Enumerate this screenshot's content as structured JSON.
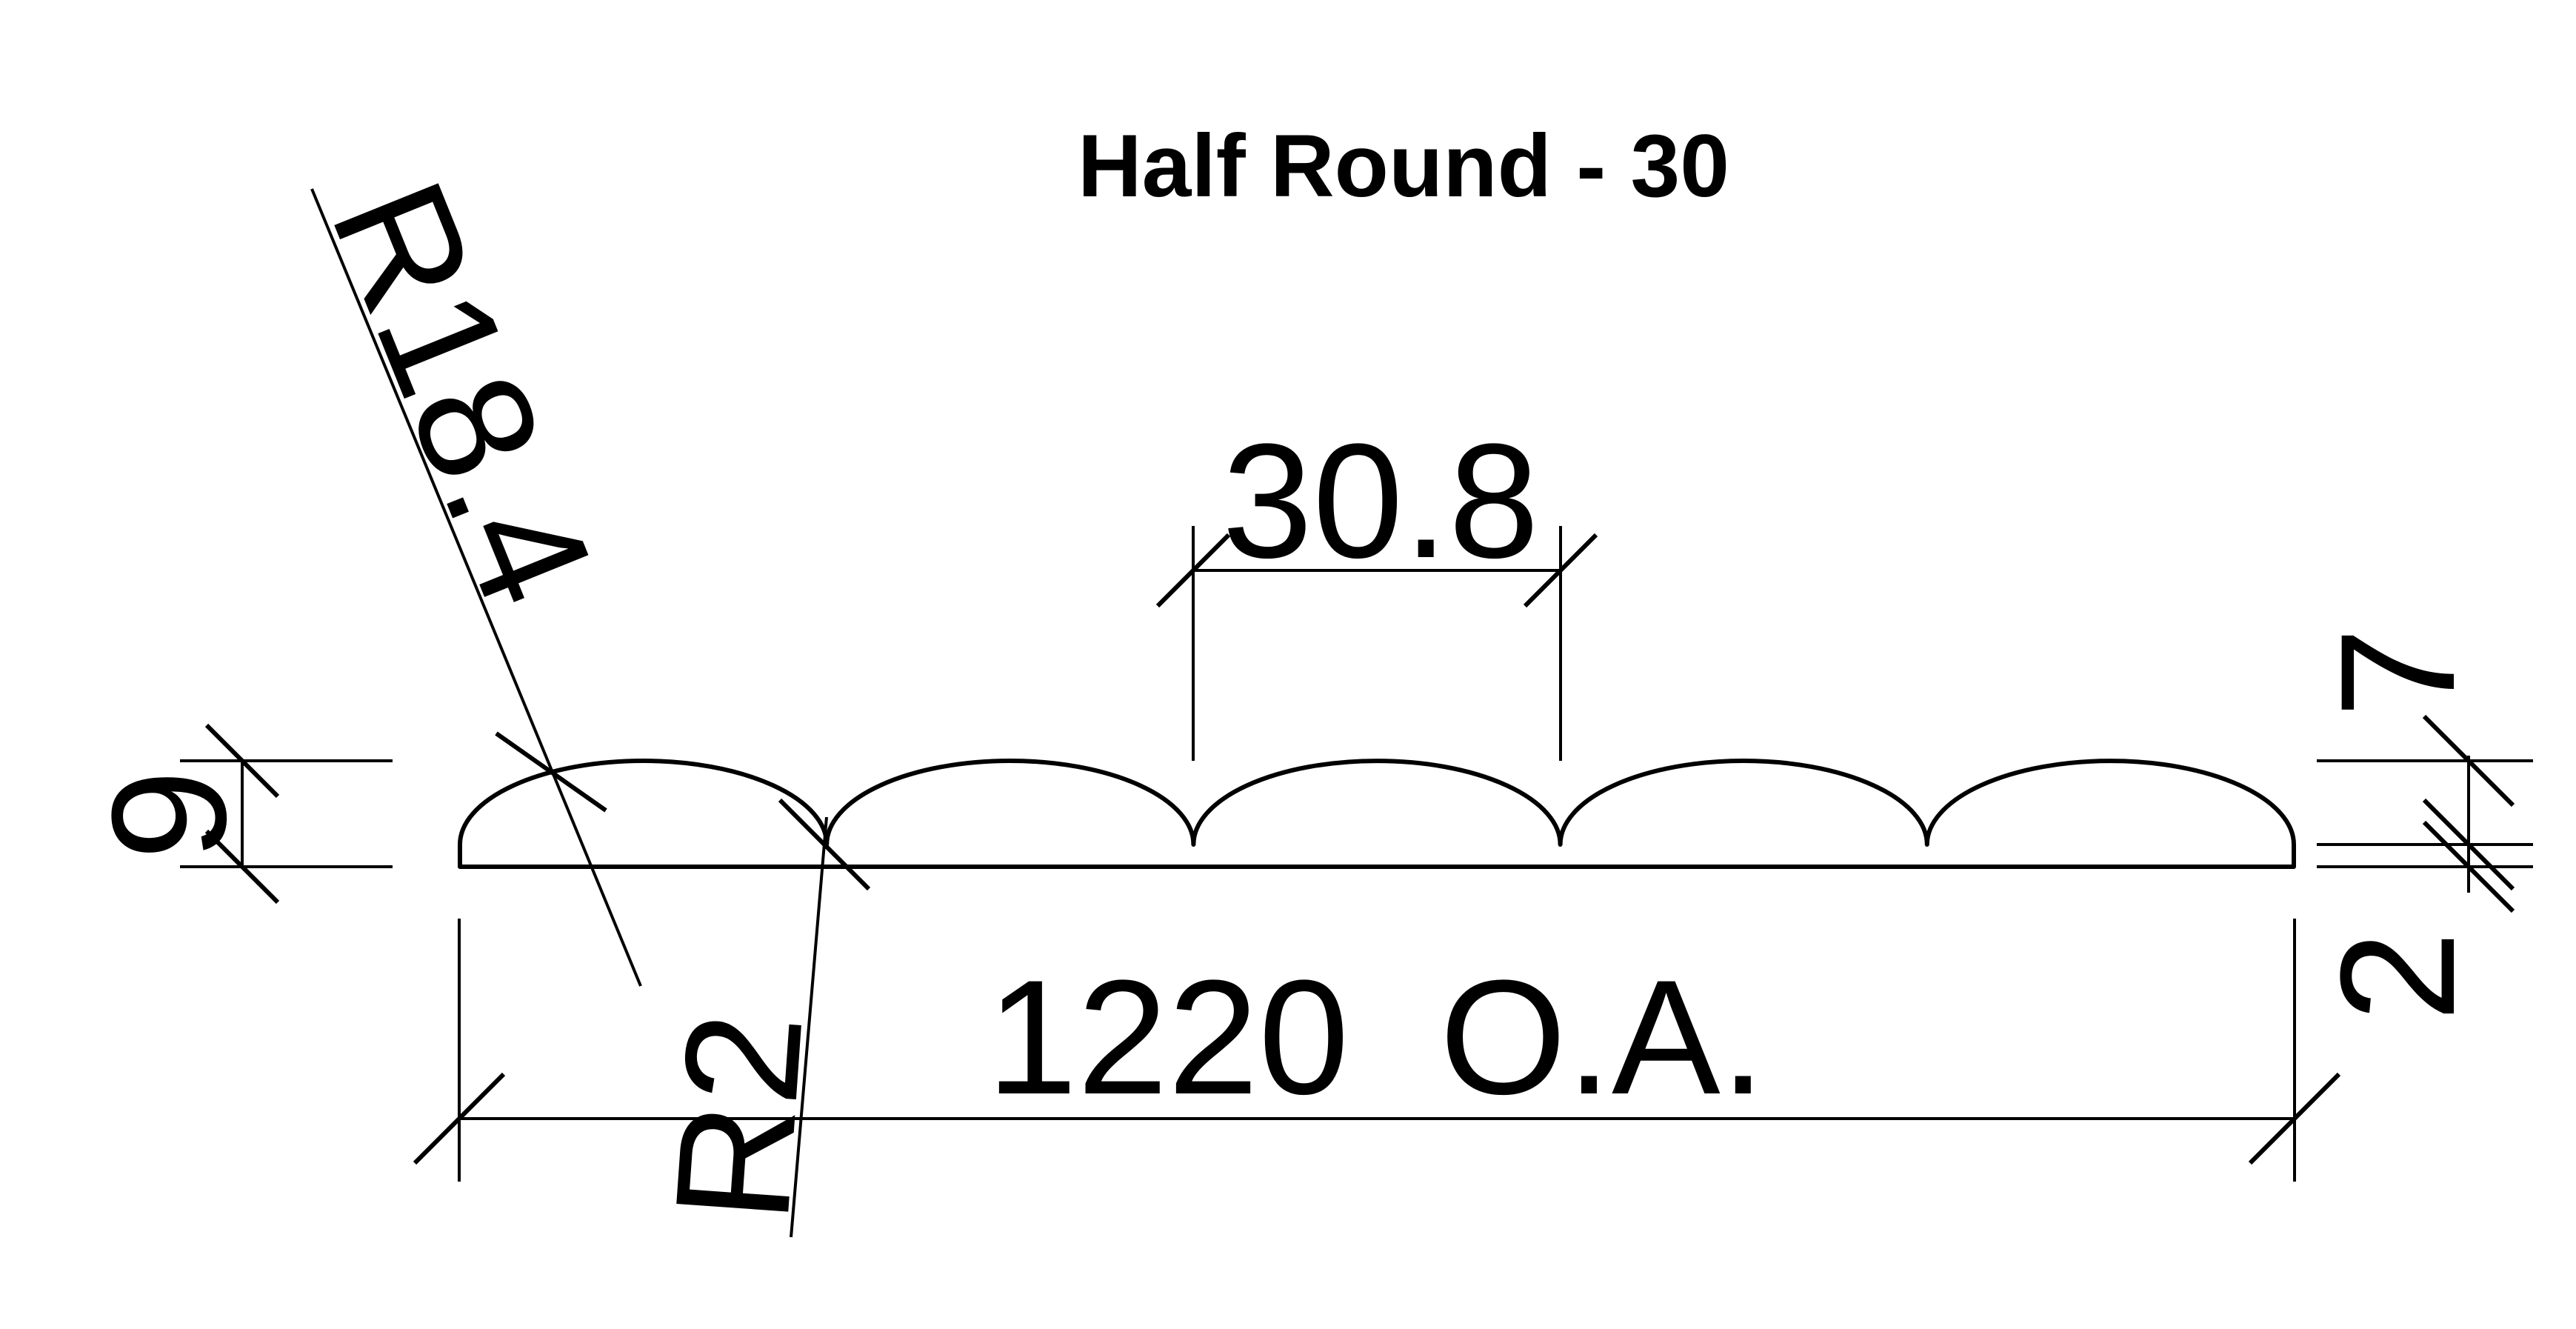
{
  "title": "Half Round - 30",
  "colors": {
    "background": "#ffffff",
    "line": "#000000"
  },
  "drawing": {
    "type": "technical profile cross-section",
    "profile_name": "Half Round",
    "profile_size": "30",
    "scallop_count": 5
  },
  "dimensions": {
    "overall_length": "1220  O.A.",
    "scallop_pitch": "30.8",
    "total_height": "9",
    "scallop_height": "7",
    "base_thickness": "2",
    "crown_radius": "R18.4",
    "valley_radius": "R2"
  }
}
